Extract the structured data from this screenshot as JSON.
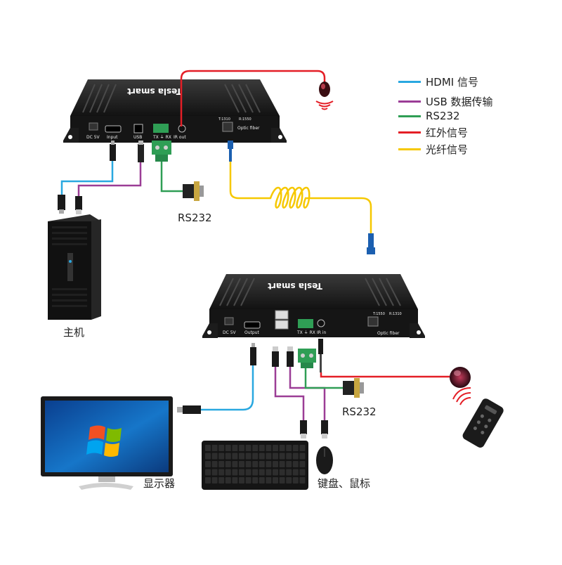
{
  "colors": {
    "hdmi": "#29a8e0",
    "usb": "#9b3d96",
    "rs232": "#2f9e55",
    "ir": "#e41e26",
    "fiber": "#f6c800"
  },
  "legend": [
    {
      "label": "HDMI 信号",
      "color": "#29a8e0"
    },
    {
      "label": "USB 数据传输",
      "color": "#9b3d96"
    },
    {
      "label": "RS232",
      "color": "#2f9e55"
    },
    {
      "label": "红外信号",
      "color": "#e41e26"
    },
    {
      "label": "光纤信号",
      "color": "#f6c800"
    }
  ],
  "transmitter": {
    "brand": "Tesla smart",
    "ports": {
      "dc": "DC 5V",
      "input": "Input",
      "usb": "USB",
      "txrx": "TX ⏚ RX",
      "ir": "IR out",
      "fiber_tx": "T:1310",
      "fiber_rx": "R:1550",
      "optic": "Optic fiber"
    }
  },
  "receiver": {
    "brand": "Tesla smart",
    "ports": {
      "dc": "DC 5V",
      "output": "Output",
      "txrx": "TX ⏚ RX",
      "ir": "IR in",
      "fiber_tx": "T:1550",
      "fiber_rx": "R:1310",
      "optic": "Optic fiber"
    }
  },
  "labels": {
    "rs232_top": "RS232",
    "host": "主机",
    "rs232_bottom": "RS232",
    "monitor": "显示器",
    "keyboard_mouse": "键盘、鼠标"
  }
}
